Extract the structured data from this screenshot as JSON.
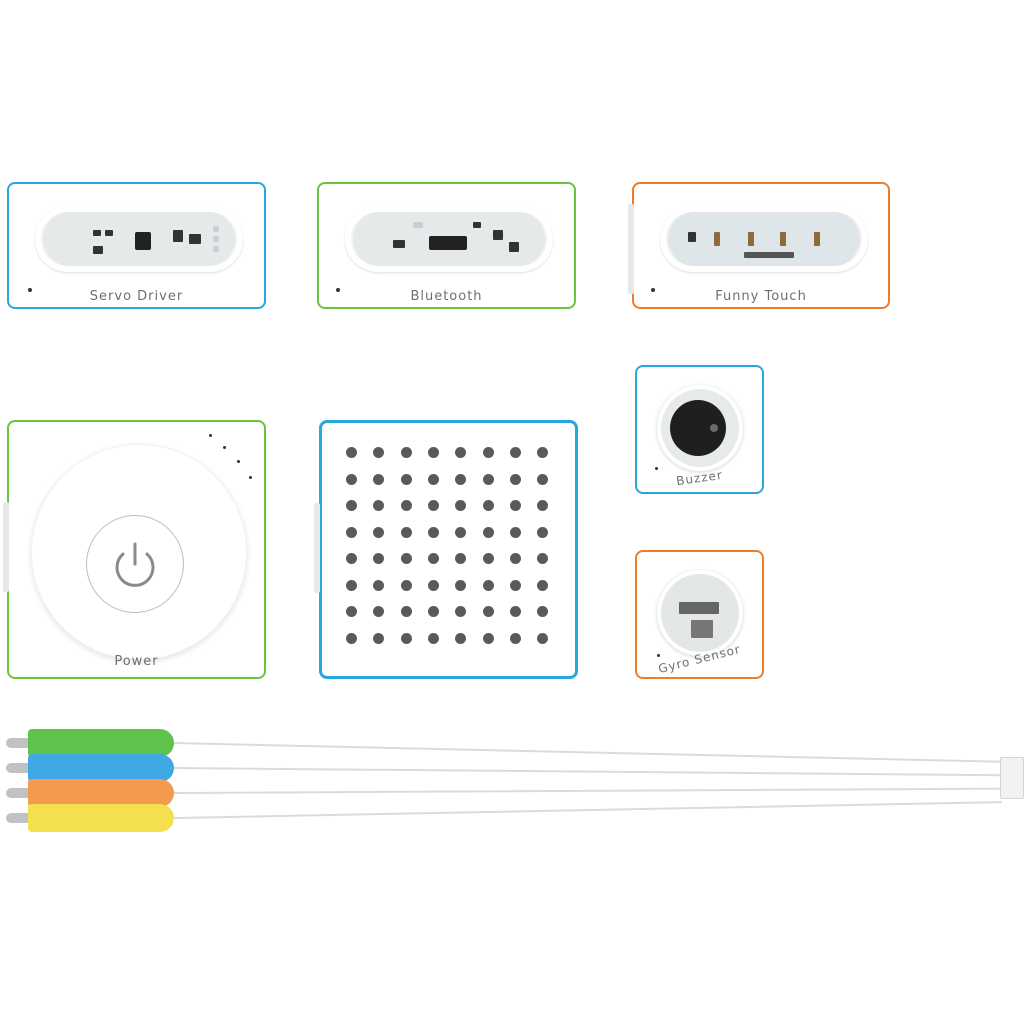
{
  "modules": {
    "servo_driver": {
      "label": "Servo Driver",
      "border_color": "#29a7dc"
    },
    "bluetooth": {
      "label": "Bluetooth",
      "border_color": "#6cc33c"
    },
    "funny_touch": {
      "label": "Funny Touch",
      "border_color": "#ee7d2b"
    },
    "power": {
      "label": "Power",
      "border_color": "#6cc33c",
      "icon": "power-icon"
    },
    "led_matrix": {
      "border_color": "#29a7dc",
      "rows": 8,
      "cols": 8
    },
    "buzzer": {
      "label": "Buzzer",
      "border_color": "#29a7dc"
    },
    "gyro_sensor": {
      "label": "Gyro Sensor",
      "border_color": "#ee7d2b"
    }
  },
  "clips": [
    {
      "color": "#5fc24a"
    },
    {
      "color": "#3fa9e6"
    },
    {
      "color": "#f39a4f"
    },
    {
      "color": "#f4e04d"
    }
  ]
}
